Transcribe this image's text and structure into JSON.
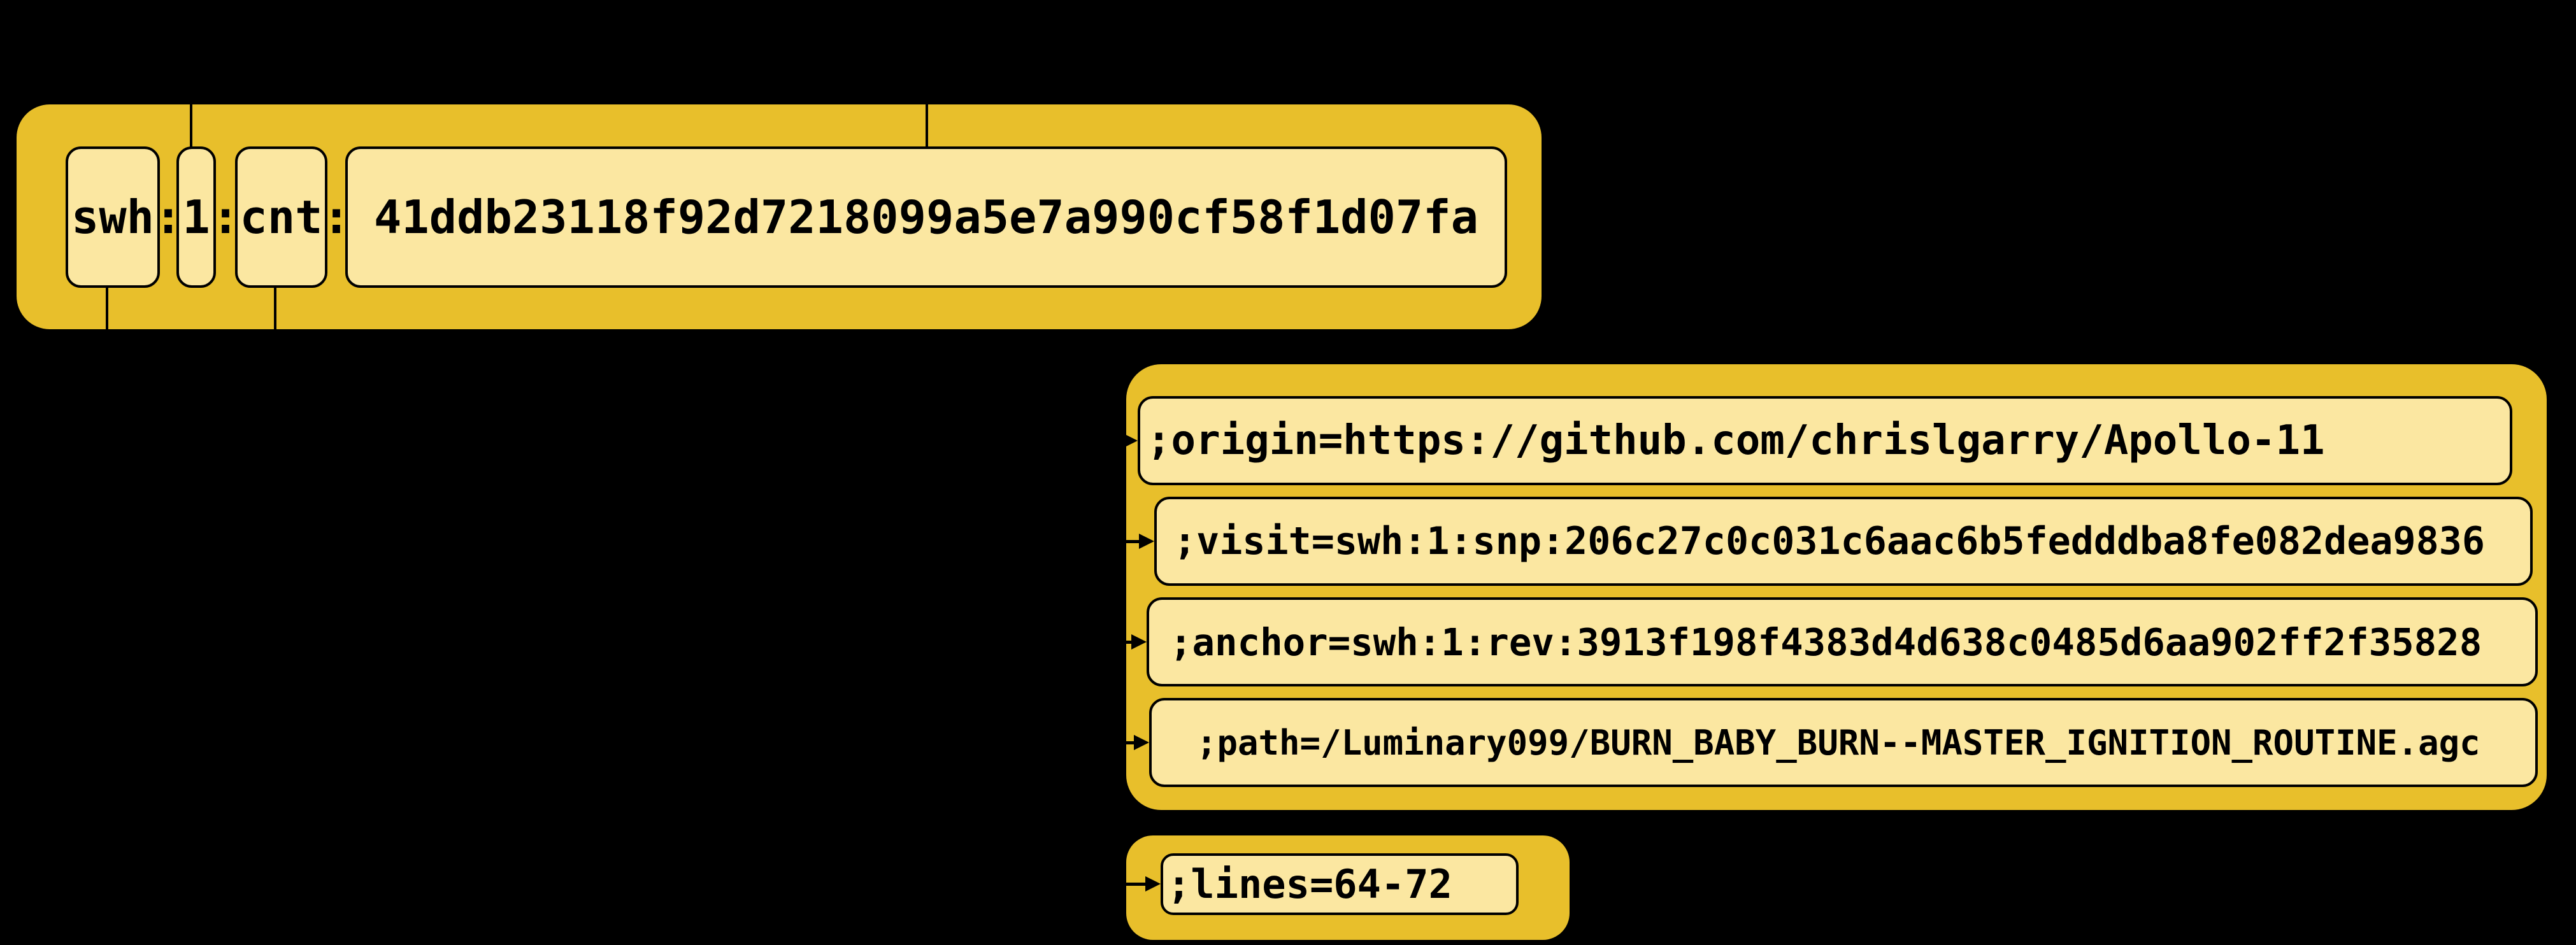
{
  "diagram_type": "swhid-anatomy",
  "core": {
    "scheme": "swh",
    "separator": ":",
    "version": "1",
    "object_type": "cnt",
    "hash": "41ddb23118f92d7218099a5e7a990cf58f1d07fa"
  },
  "qualifiers": {
    "origin": ";origin=https://github.com/chrislgarry/Apollo-11",
    "visit": ";visit=swh:1:snp:206c27c0c031c6aac6b5fedddba8fe082dea9836",
    "anchor": ";anchor=swh:1:rev:3913f198f4383d4d638c0485d6aa902ff2f35828",
    "path": ";path=/Luminary099/BURN_BABY_BURN--MASTER_IGNITION_ROUTINE.agc",
    "lines": ";lines=64-72"
  },
  "colors": {
    "background": "#000000",
    "cluster_fill": "#e8bf2b",
    "node_fill": "#fbe7a1",
    "stroke": "#000000"
  }
}
